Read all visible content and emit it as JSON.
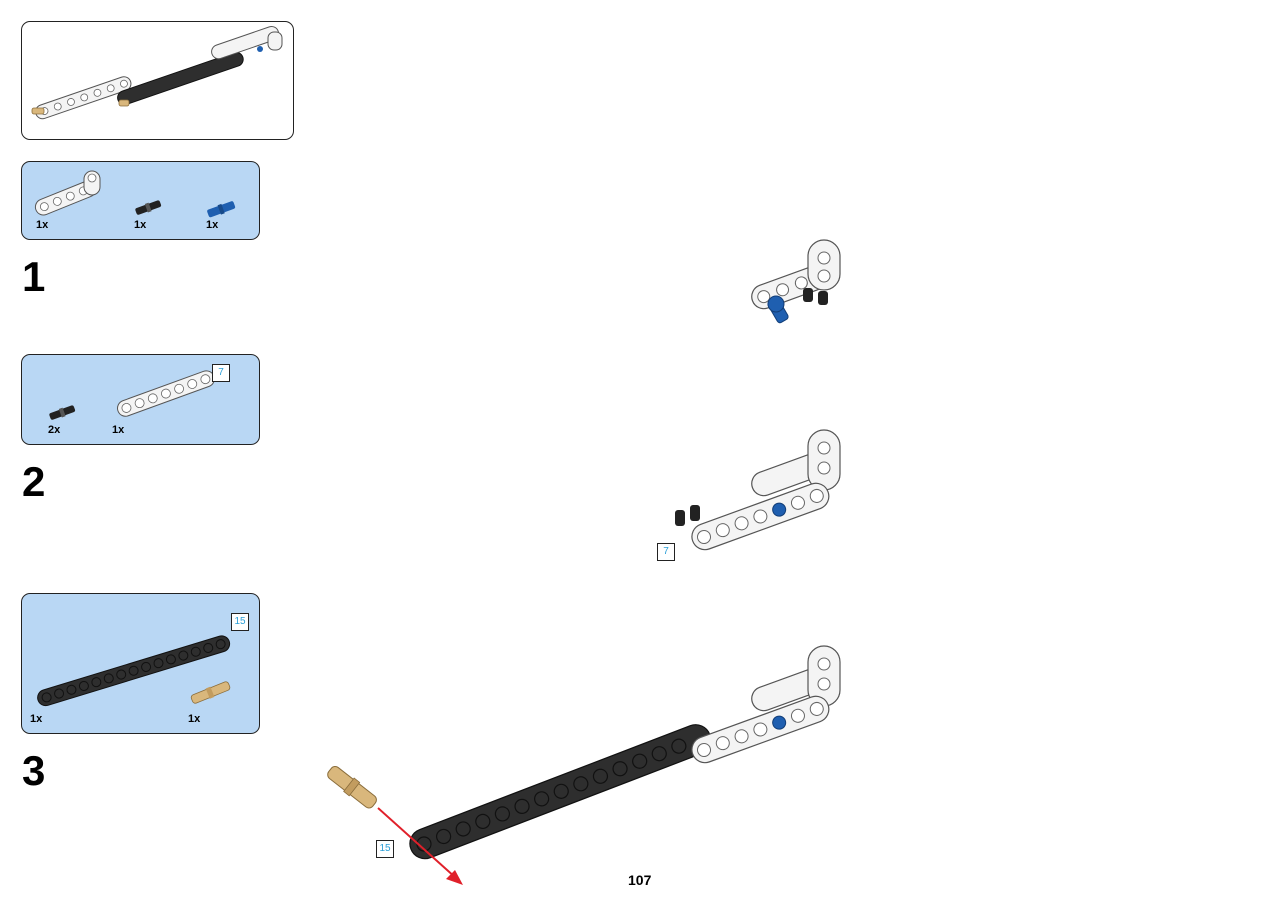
{
  "page_number": "107",
  "steps": [
    {
      "number": "1",
      "parts": [
        {
          "name": "angled-beam",
          "qty": "1x"
        },
        {
          "name": "black-friction-pin",
          "qty": "1x"
        },
        {
          "name": "blue-axle-pin",
          "qty": "1x"
        }
      ]
    },
    {
      "number": "2",
      "parts": [
        {
          "name": "black-friction-pin",
          "qty": "2x"
        },
        {
          "name": "white-beam-7",
          "qty": "1x"
        }
      ],
      "length_label": "7"
    },
    {
      "number": "3",
      "parts": [
        {
          "name": "black-beam-15",
          "qty": "1x"
        },
        {
          "name": "tan-pin",
          "qty": "1x"
        }
      ],
      "length_label": "15"
    }
  ],
  "colors": {
    "parts_panel_bg": "#b9d7f4",
    "beam_white": "#f4f4f4",
    "beam_black": "#2e2e2e",
    "pin_blue": "#1f5fb0",
    "pin_tan": "#d9b77c",
    "arrow_red": "#e0202a",
    "length_label_text": "#2a9fd8"
  }
}
